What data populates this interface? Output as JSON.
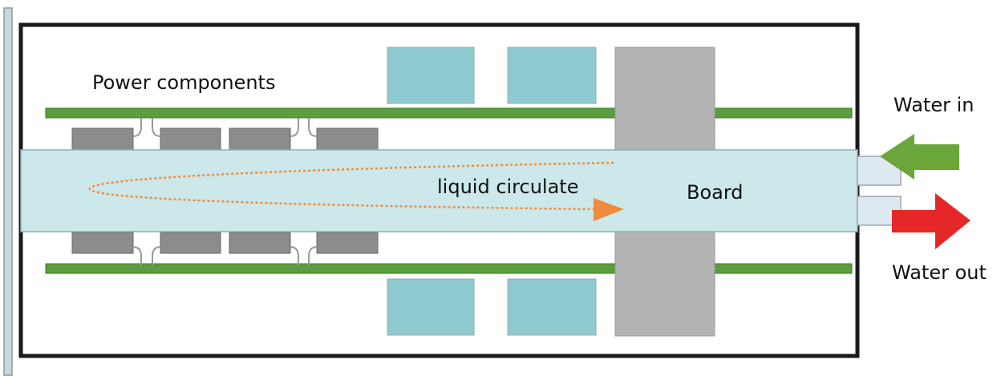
{
  "labels": {
    "power_components": "Power components",
    "liquid_circulate": "liquid circulate",
    "board": "Board",
    "water_in": "Water in",
    "water_out": "Water out"
  },
  "colors": {
    "pcb_green": "#5a9e3f",
    "coolant_channel": "#cde8ea",
    "heat_module": "#8ecbd0",
    "board_block": "#b3b3b3",
    "power_component": "#8c8c8c",
    "arrow_in": "#6aa63a",
    "arrow_out": "#e62727",
    "flow_path": "#f08a3c",
    "inlet_pipe": "#dde8f0"
  }
}
